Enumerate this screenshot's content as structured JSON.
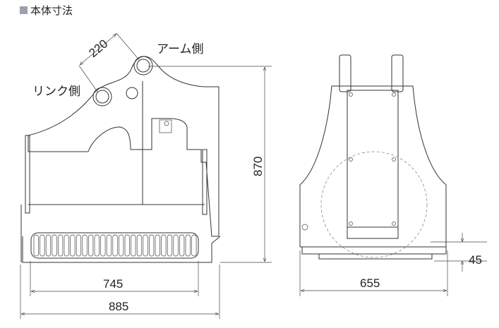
{
  "title": "本体寸法",
  "labels": {
    "arm_side": "アーム側",
    "link_side": "リンク側"
  },
  "dimensions": {
    "pin_distance": "220",
    "height": "870",
    "inner_width": "745",
    "overall_width_side": "885",
    "overall_width_front": "655",
    "bottom_offset": "45"
  },
  "colors": {
    "title_square": "#9aa0ac",
    "line": "#333333"
  }
}
